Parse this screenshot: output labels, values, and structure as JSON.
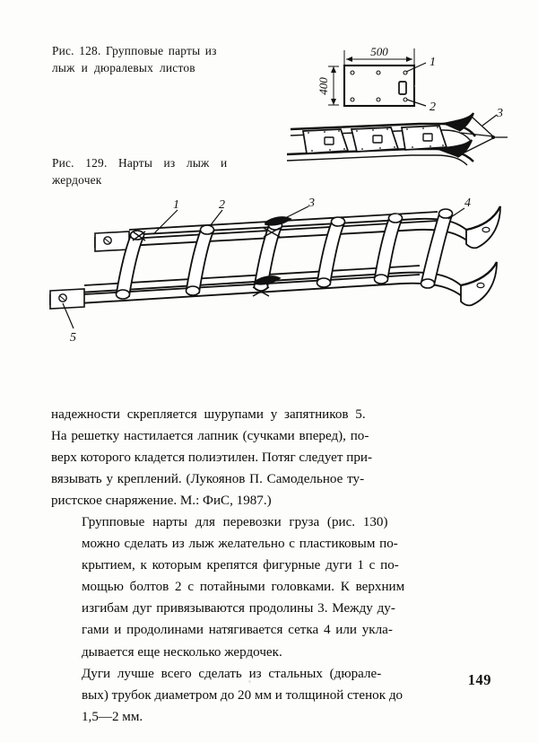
{
  "page": {
    "folio": "149",
    "background_color": "#fdfdfb",
    "ink_color": "#0d0d0d"
  },
  "figures": [
    {
      "id": "fig-128",
      "caption_lines": [
        "Рис. 128. Групповые парты из",
        "лыж и дюралевых листов"
      ],
      "drawing": "plate-with-rivets-and-slot",
      "dimensions": {
        "width_mm": "500",
        "height_mm": "400"
      },
      "callouts": [
        "1",
        "2"
      ]
    },
    {
      "id": "fig-129",
      "caption_lines": [
        "Рис. 129. Нарты   из   лыж и",
        "жердочек"
      ],
      "drawing": "sled-of-skis-and-poles",
      "callouts": [
        "3"
      ]
    },
    {
      "id": "fig-130",
      "caption_lines": [],
      "drawing": "large-ladder-sled-perspective",
      "callouts": [
        "1",
        "2",
        "3",
        "4",
        "5"
      ]
    }
  ],
  "body": {
    "paragraphs": [
      {
        "indent": false,
        "lines": [
          {
            "text": "надежности  скрепляется  шурупами  у  запятников  5.",
            "ws": "ws4"
          },
          {
            "text": "На решетку настилается лапник (сучками вперед), по-",
            "ws": "ws1"
          },
          {
            "text": "верх которого кладется полиэтилен. Потяг следует при-",
            "ws": "ws0"
          },
          {
            "text": "вязывать у креплений. (Лукоянов П. Самодельное ту-",
            "ws": "ws1"
          },
          {
            "text": "ристское снаряжение. М.: ФиС, 1987.)",
            "ws": "ws0"
          }
        ]
      },
      {
        "indent": true,
        "lines": [
          {
            "text": "Групповые нарты для перевозки груза (рис. 130)",
            "ws": "ws5"
          },
          {
            "text": "можно сделать из лыж желательно с пластиковым по-",
            "ws": "ws1"
          },
          {
            "text": "крытием, к которым крепятся фигурные дуги 1 с по-",
            "ws": "ws2"
          },
          {
            "text": "мощью болтов 2 с потайными головками. К верхним",
            "ws": "ws3"
          },
          {
            "text": "изгибам дуг привязываются продолины 3. Между ду-",
            "ws": "ws1"
          },
          {
            "text": "гами и продолинами натягивается сетка 4 или укла-",
            "ws": "ws2"
          },
          {
            "text": "дывается еще несколько жердочек.",
            "ws": "ws0"
          }
        ]
      },
      {
        "indent": true,
        "lines": [
          {
            "text": "Дуги лучше всего сделать из стальных   (дюрале-",
            "ws": "ws4"
          },
          {
            "text": "вых) трубок диаметром до 20 мм и толщиной стенок до",
            "ws": "ws0"
          },
          {
            "text": "1,5—2 мм.",
            "ws": "ws0"
          }
        ]
      }
    ]
  }
}
